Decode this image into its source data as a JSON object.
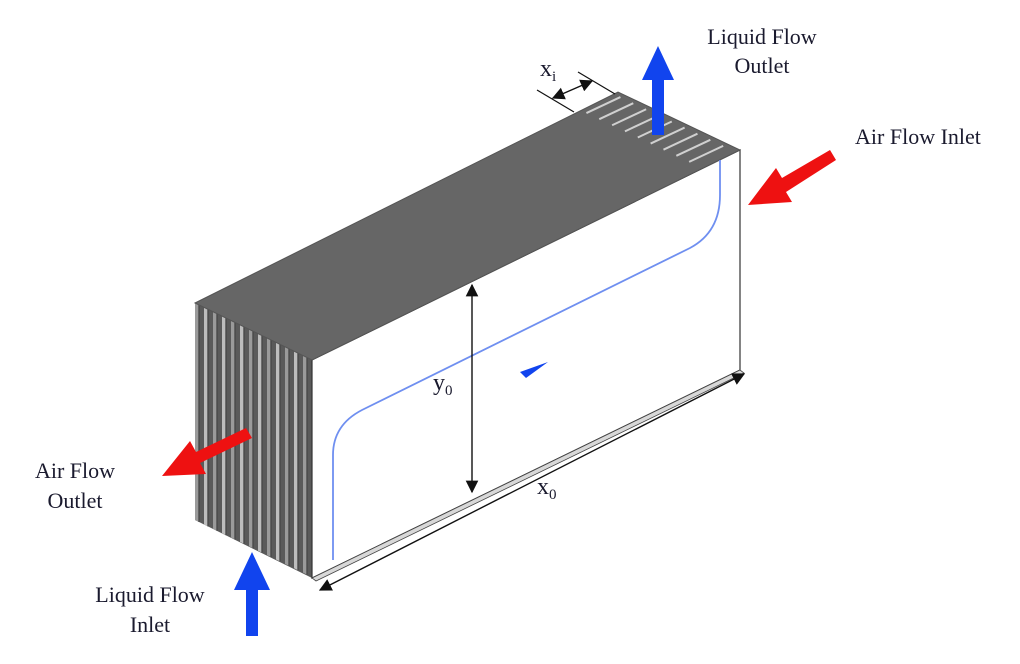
{
  "figure": {
    "labels": {
      "liquid_outlet_line1": "Liquid Flow",
      "liquid_outlet_line2": "Outlet",
      "air_inlet": "Air Flow Inlet",
      "air_outlet_line1": "Air Flow",
      "air_outlet_line2": "Outlet",
      "liquid_inlet_line1": "Liquid Flow",
      "liquid_inlet_line2": "Inlet"
    },
    "dimensions": {
      "xi_base": "x",
      "xi_sub": "i",
      "y0_base": "y",
      "y0_sub": "0",
      "x0_base": "x",
      "x0_sub": "0"
    },
    "colors": {
      "air_arrow": "#ee1111",
      "liquid_arrow": "#1144ee",
      "flow_path": "#6f8ff0",
      "top_face": "#666666",
      "fin_dark": "#4a4a4a",
      "fin_light": "#bdbdbd"
    }
  }
}
